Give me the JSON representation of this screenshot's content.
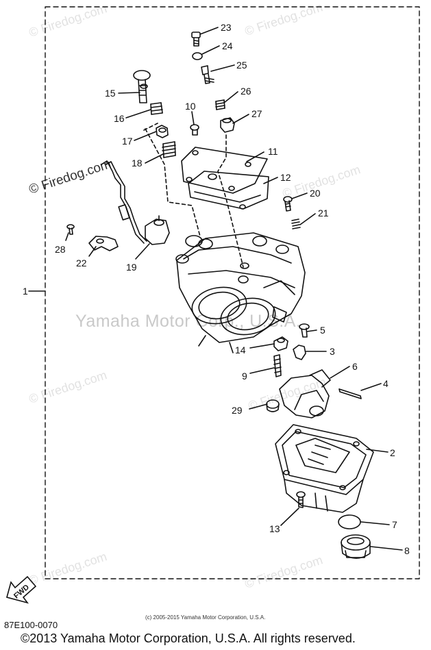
{
  "watermark": {
    "site": "© Firedog.com",
    "brand": "Yamaha Motor Corp., U.S.A."
  },
  "callouts": [
    "23",
    "24",
    "25",
    "15",
    "26",
    "16",
    "10",
    "27",
    "17",
    "11",
    "18",
    "12",
    "20",
    "21",
    "28",
    "22",
    "19",
    "1",
    "5",
    "14",
    "3",
    "9",
    "6",
    "4",
    "29",
    "2",
    "7",
    "13",
    "8"
  ],
  "footer": {
    "part_code": "87E100-0070",
    "small_copyright": "(c) 2005-2015 Yamaha Motor Corporation, U.S.A.",
    "main_copyright": "©2013 Yamaha Motor Corporation, U.S.A. All rights reserved."
  },
  "fwd_label": "FWD",
  "colors": {
    "line": "#111111",
    "watermark": "#d9d9d9",
    "background": "#ffffff"
  }
}
